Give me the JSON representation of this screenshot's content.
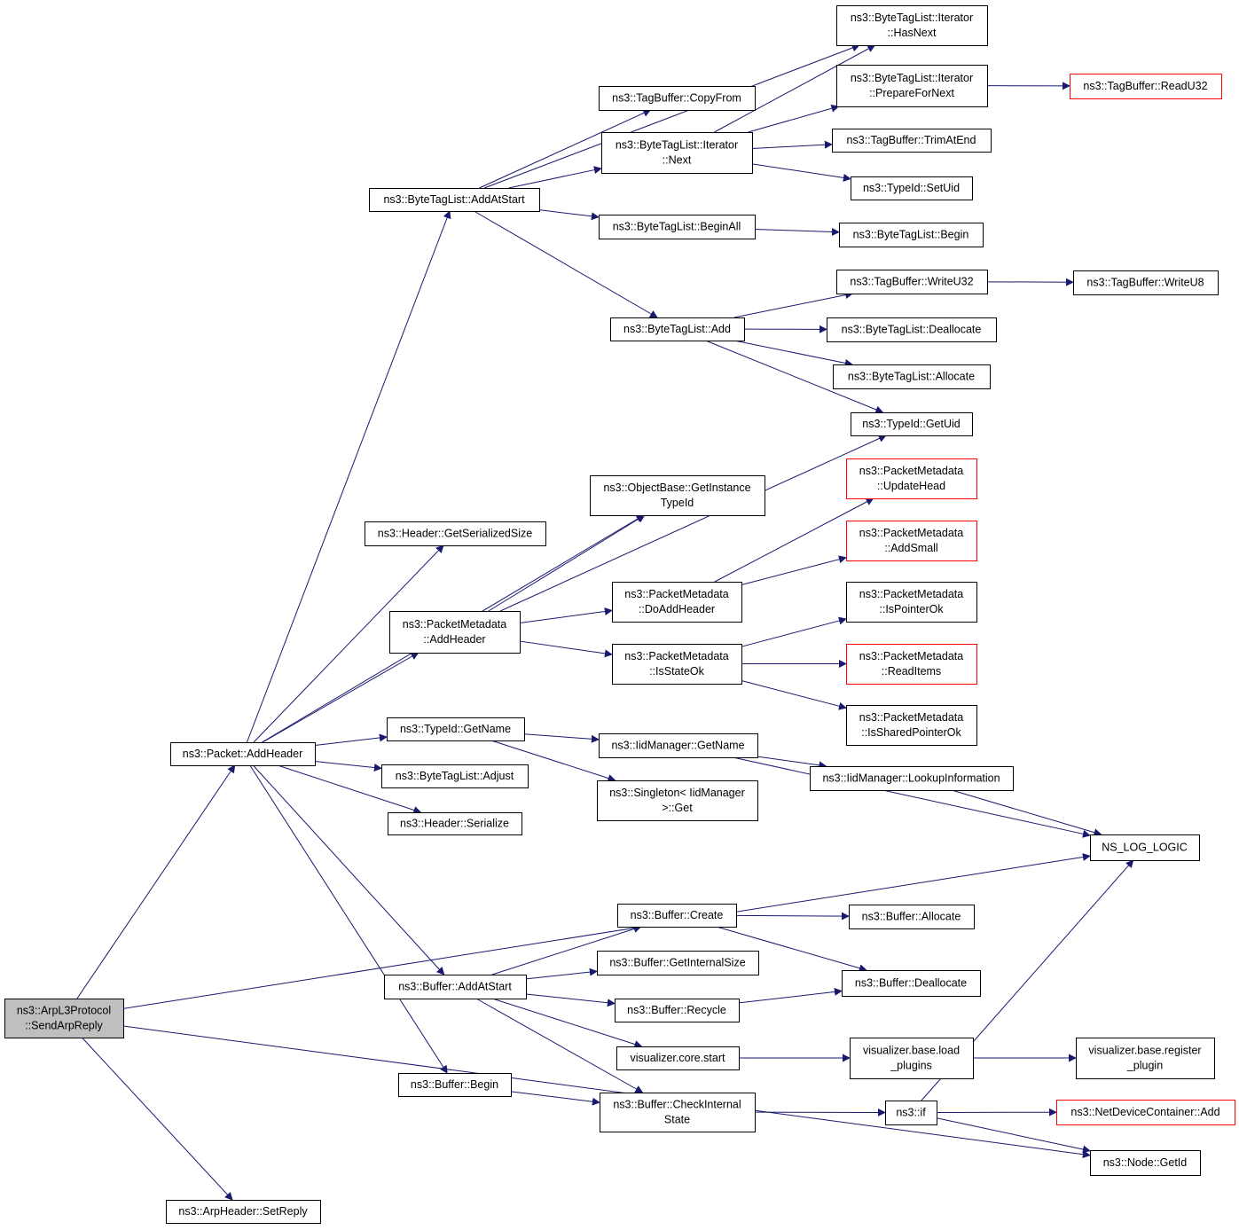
{
  "colors": {
    "edge": "#191970",
    "border": "#000000",
    "border_red": "#ff0000",
    "root_fill": "#bfbfbf"
  },
  "nodes": [
    {
      "id": "root",
      "lines": [
        "ns3::ArpL3Protocol",
        "::SendArpReply"
      ],
      "style": "root"
    },
    {
      "id": "addheader",
      "lines": [
        "ns3::Packet::AddHeader"
      ]
    },
    {
      "id": "setreply",
      "lines": [
        "ns3::ArpHeader::SetReply"
      ]
    },
    {
      "id": "nslog",
      "lines": [
        "NS_LOG_LOGIC"
      ]
    },
    {
      "id": "getid",
      "lines": [
        "ns3::Node::GetId"
      ]
    },
    {
      "id": "btl_addatstart",
      "lines": [
        "ns3::ByteTagList::AddAtStart"
      ]
    },
    {
      "id": "hdr_getsize",
      "lines": [
        "ns3::Header::GetSerializedSize"
      ]
    },
    {
      "id": "pm_addheader",
      "lines": [
        "ns3::PacketMetadata",
        "::AddHeader"
      ]
    },
    {
      "id": "typeid_getname",
      "lines": [
        "ns3::TypeId::GetName"
      ]
    },
    {
      "id": "btl_adjust",
      "lines": [
        "ns3::ByteTagList::Adjust"
      ]
    },
    {
      "id": "hdr_serialize",
      "lines": [
        "ns3::Header::Serialize"
      ]
    },
    {
      "id": "buf_addatstart",
      "lines": [
        "ns3::Buffer::AddAtStart"
      ]
    },
    {
      "id": "buf_begin",
      "lines": [
        "ns3::Buffer::Begin"
      ]
    },
    {
      "id": "tb_copyfrom",
      "lines": [
        "ns3::TagBuffer::CopyFrom"
      ]
    },
    {
      "id": "btli_next",
      "lines": [
        "ns3::ByteTagList::Iterator",
        "::Next"
      ]
    },
    {
      "id": "btl_beginall",
      "lines": [
        "ns3::ByteTagList::BeginAll"
      ]
    },
    {
      "id": "btl_add",
      "lines": [
        "ns3::ByteTagList::Add"
      ]
    },
    {
      "id": "obj_getinstance",
      "lines": [
        "ns3::ObjectBase::GetInstance",
        "TypeId"
      ]
    },
    {
      "id": "pm_doaddheader",
      "lines": [
        "ns3::PacketMetadata",
        "::DoAddHeader"
      ]
    },
    {
      "id": "pm_isstateok",
      "lines": [
        "ns3::PacketMetadata",
        "::IsStateOk"
      ]
    },
    {
      "id": "iid_getname",
      "lines": [
        "ns3::IidManager::GetName"
      ]
    },
    {
      "id": "singleton_get",
      "lines": [
        "ns3::Singleton< IidManager",
        ">::Get"
      ]
    },
    {
      "id": "buf_create",
      "lines": [
        "ns3::Buffer::Create"
      ]
    },
    {
      "id": "buf_getinternalsize",
      "lines": [
        "ns3::Buffer::GetInternalSize"
      ]
    },
    {
      "id": "buf_recycle",
      "lines": [
        "ns3::Buffer::Recycle"
      ]
    },
    {
      "id": "vis_core_start",
      "lines": [
        "visualizer.core.start"
      ]
    },
    {
      "id": "buf_checkinternal",
      "lines": [
        "ns3::Buffer::CheckInternal",
        "State"
      ]
    },
    {
      "id": "btli_hasnext",
      "lines": [
        "ns3::ByteTagList::Iterator",
        "::HasNext"
      ]
    },
    {
      "id": "btli_prepare",
      "lines": [
        "ns3::ByteTagList::Iterator",
        "::PrepareForNext"
      ]
    },
    {
      "id": "tb_trimatend",
      "lines": [
        "ns3::TagBuffer::TrimAtEnd"
      ]
    },
    {
      "id": "typeid_setuid",
      "lines": [
        "ns3::TypeId::SetUid"
      ]
    },
    {
      "id": "btl_begin",
      "lines": [
        "ns3::ByteTagList::Begin"
      ]
    },
    {
      "id": "tb_writeu32",
      "lines": [
        "ns3::TagBuffer::WriteU32"
      ]
    },
    {
      "id": "btl_deallocate",
      "lines": [
        "ns3::ByteTagList::Deallocate"
      ]
    },
    {
      "id": "btl_allocate",
      "lines": [
        "ns3::ByteTagList::Allocate"
      ]
    },
    {
      "id": "typeid_getuid",
      "lines": [
        "ns3::TypeId::GetUid"
      ]
    },
    {
      "id": "pm_updatehead",
      "lines": [
        "ns3::PacketMetadata",
        "::UpdateHead"
      ],
      "style": "red"
    },
    {
      "id": "pm_addsmall",
      "lines": [
        "ns3::PacketMetadata",
        "::AddSmall"
      ],
      "style": "red"
    },
    {
      "id": "pm_ispointerok",
      "lines": [
        "ns3::PacketMetadata",
        "::IsPointerOk"
      ]
    },
    {
      "id": "pm_readitems",
      "lines": [
        "ns3::PacketMetadata",
        "::ReadItems"
      ],
      "style": "red"
    },
    {
      "id": "pm_issharedptrok",
      "lines": [
        "ns3::PacketMetadata",
        "::IsSharedPointerOk"
      ]
    },
    {
      "id": "iid_lookup",
      "lines": [
        "ns3::IidManager::LookupInformation"
      ]
    },
    {
      "id": "buf_allocate",
      "lines": [
        "ns3::Buffer::Allocate"
      ]
    },
    {
      "id": "buf_deallocate",
      "lines": [
        "ns3::Buffer::Deallocate"
      ]
    },
    {
      "id": "vis_loadplugins",
      "lines": [
        "visualizer.base.load",
        "_plugins"
      ]
    },
    {
      "id": "ns3_if",
      "lines": [
        "ns3::if"
      ]
    },
    {
      "id": "tb_readu32",
      "lines": [
        "ns3::TagBuffer::ReadU32"
      ],
      "style": "red"
    },
    {
      "id": "tb_writeu8",
      "lines": [
        "ns3::TagBuffer::WriteU8"
      ]
    },
    {
      "id": "vis_registerplugin",
      "lines": [
        "visualizer.base.register",
        "_plugin"
      ]
    },
    {
      "id": "ndc_add",
      "lines": [
        "ns3::NetDeviceContainer::Add"
      ],
      "style": "red"
    }
  ],
  "edges": [
    [
      "root",
      "addheader"
    ],
    [
      "root",
      "nslog"
    ],
    [
      "root",
      "getid"
    ],
    [
      "root",
      "setreply"
    ],
    [
      "addheader",
      "btl_addatstart"
    ],
    [
      "addheader",
      "hdr_getsize"
    ],
    [
      "addheader",
      "obj_getinstance"
    ],
    [
      "addheader",
      "pm_addheader"
    ],
    [
      "addheader",
      "typeid_getname"
    ],
    [
      "addheader",
      "btl_adjust"
    ],
    [
      "addheader",
      "hdr_serialize"
    ],
    [
      "addheader",
      "buf_addatstart"
    ],
    [
      "addheader",
      "buf_begin"
    ],
    [
      "btl_addatstart",
      "btli_hasnext"
    ],
    [
      "btl_addatstart",
      "tb_copyfrom"
    ],
    [
      "btl_addatstart",
      "btli_next"
    ],
    [
      "btl_addatstart",
      "btl_beginall"
    ],
    [
      "btl_addatstart",
      "btl_add"
    ],
    [
      "btli_next",
      "btli_hasnext"
    ],
    [
      "btli_next",
      "btli_prepare"
    ],
    [
      "btli_next",
      "tb_trimatend"
    ],
    [
      "btli_next",
      "typeid_setuid"
    ],
    [
      "btli_prepare",
      "tb_readu32"
    ],
    [
      "btl_beginall",
      "btl_begin"
    ],
    [
      "btl_add",
      "tb_writeu32"
    ],
    [
      "btl_add",
      "btl_deallocate"
    ],
    [
      "btl_add",
      "btl_allocate"
    ],
    [
      "btl_add",
      "typeid_getuid"
    ],
    [
      "tb_writeu32",
      "tb_writeu8"
    ],
    [
      "pm_addheader",
      "obj_getinstance"
    ],
    [
      "pm_addheader",
      "typeid_getuid"
    ],
    [
      "pm_addheader",
      "pm_doaddheader"
    ],
    [
      "pm_addheader",
      "pm_isstateok"
    ],
    [
      "pm_doaddheader",
      "pm_updatehead"
    ],
    [
      "pm_doaddheader",
      "pm_addsmall"
    ],
    [
      "pm_isstateok",
      "pm_ispointerok"
    ],
    [
      "pm_isstateok",
      "pm_readitems"
    ],
    [
      "pm_isstateok",
      "pm_issharedptrok"
    ],
    [
      "typeid_getname",
      "iid_getname"
    ],
    [
      "typeid_getname",
      "singleton_get"
    ],
    [
      "iid_getname",
      "iid_lookup"
    ],
    [
      "iid_getname",
      "nslog"
    ],
    [
      "iid_lookup",
      "nslog"
    ],
    [
      "buf_addatstart",
      "buf_create"
    ],
    [
      "buf_addatstart",
      "buf_getinternalsize"
    ],
    [
      "buf_addatstart",
      "buf_recycle"
    ],
    [
      "buf_addatstart",
      "vis_core_start"
    ],
    [
      "buf_addatstart",
      "buf_checkinternal"
    ],
    [
      "buf_create",
      "buf_allocate"
    ],
    [
      "buf_create",
      "buf_deallocate"
    ],
    [
      "buf_recycle",
      "buf_deallocate"
    ],
    [
      "vis_core_start",
      "vis_loadplugins"
    ],
    [
      "vis_loadplugins",
      "vis_registerplugin"
    ],
    [
      "buf_begin",
      "buf_checkinternal"
    ],
    [
      "buf_checkinternal",
      "ns3_if"
    ],
    [
      "ns3_if",
      "nslog"
    ],
    [
      "ns3_if",
      "ndc_add"
    ],
    [
      "ns3_if",
      "getid"
    ]
  ]
}
